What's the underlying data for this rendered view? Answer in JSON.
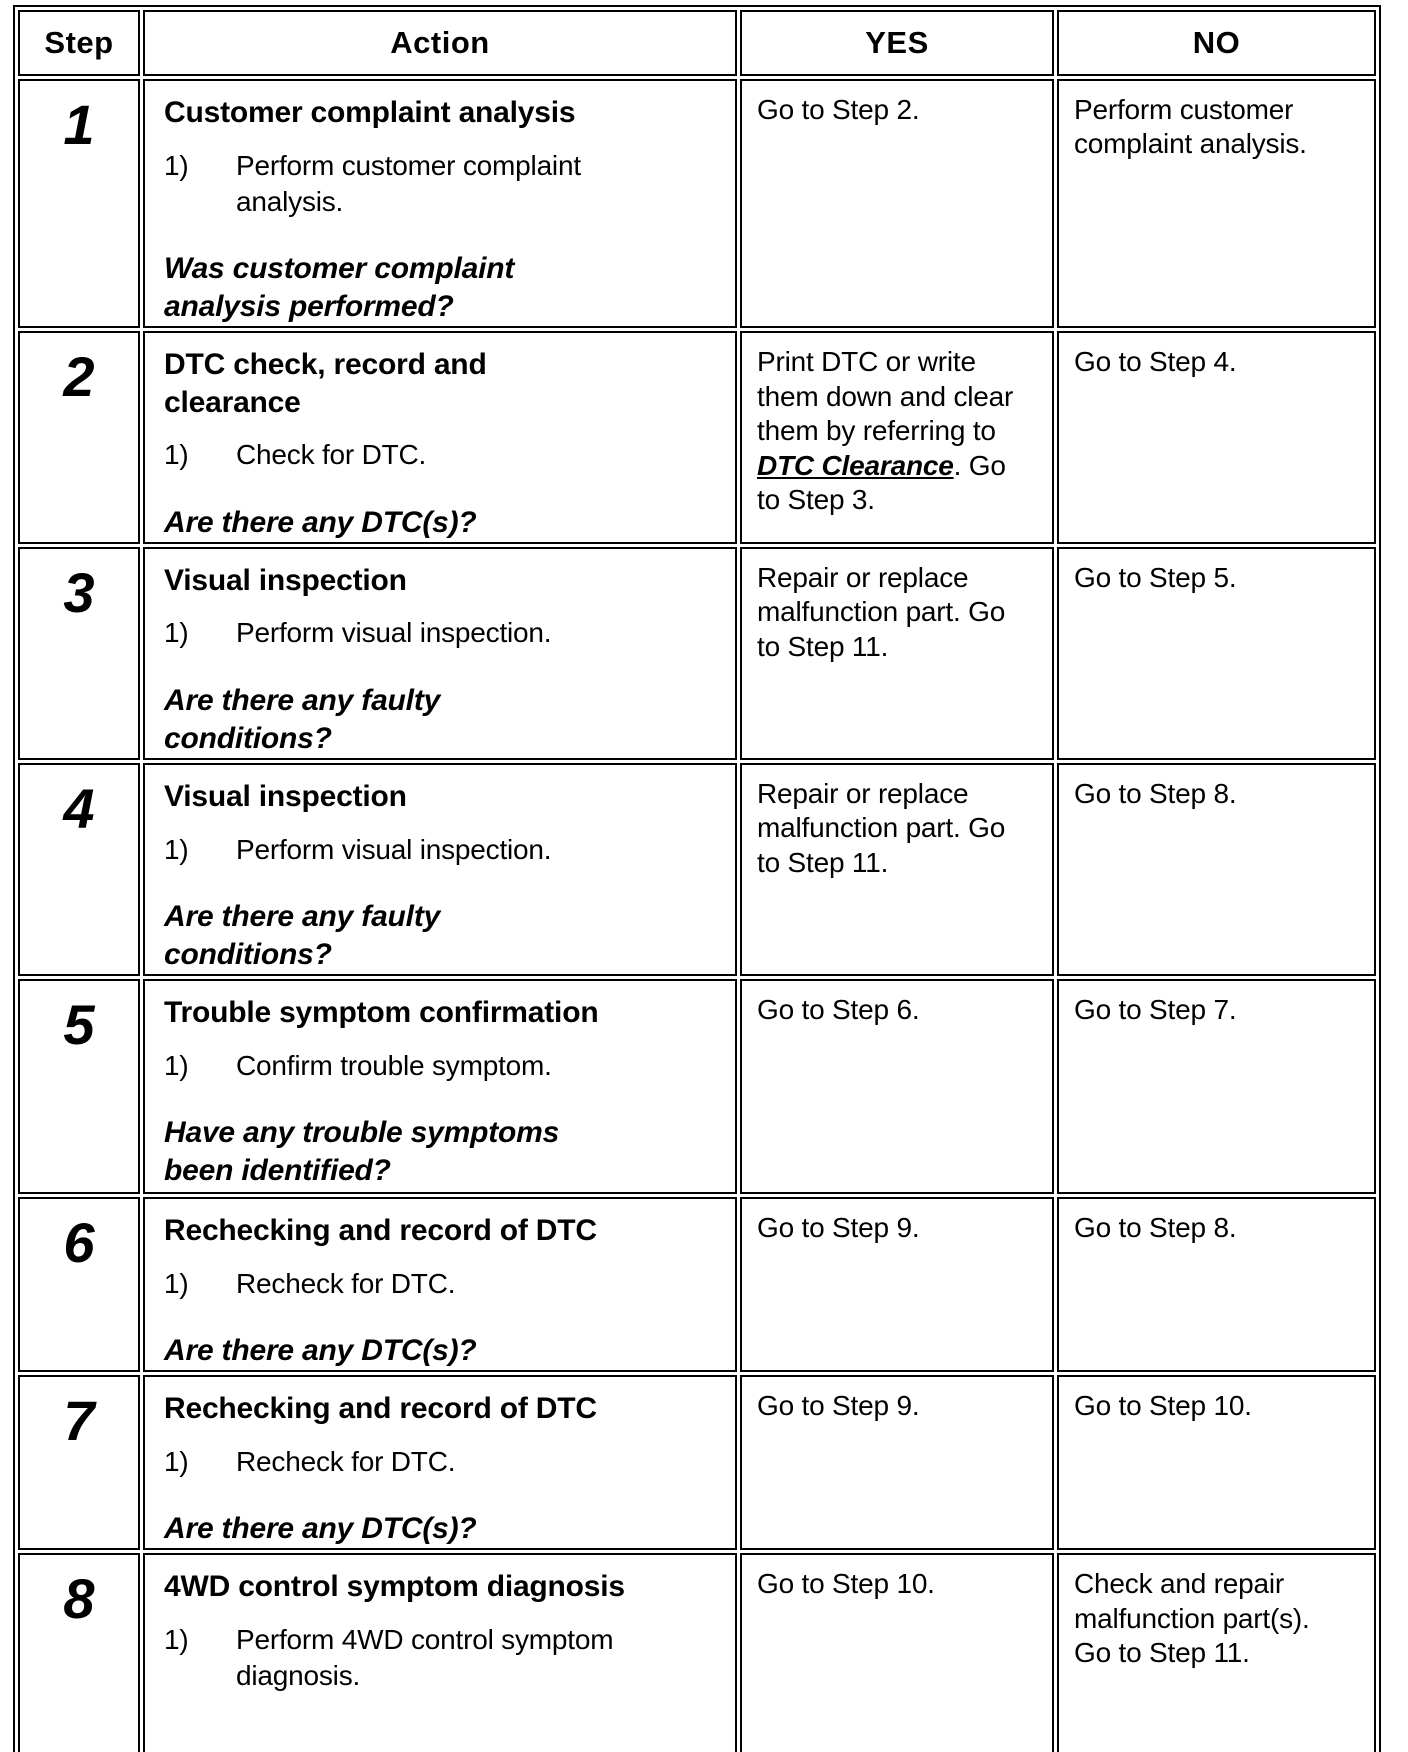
{
  "table": {
    "columns": [
      "Step",
      "Action",
      "YES",
      "NO"
    ],
    "rows": [
      {
        "step": "1",
        "title": "Customer complaint analysis",
        "item_marker": "1)",
        "item_text": "Perform customer complaint\nanalysis.",
        "question": "Was customer complaint\nanalysis performed?",
        "yes": "Go to Step 2.",
        "no": "Perform customer\ncomplaint analysis."
      },
      {
        "step": "2",
        "title": "DTC check, record and\nclearance",
        "item_marker": "1)",
        "item_text": "Check for DTC.",
        "question": "Are there any DTC(s)?",
        "yes_prefix": "Print DTC or write\nthem down and clear\nthem by referring to\n",
        "yes_link": "DTC Clearance",
        "yes_suffix": ". Go\nto Step 3.",
        "no": "Go to Step 4."
      },
      {
        "step": "3",
        "title": "Visual inspection",
        "item_marker": "1)",
        "item_text": "Perform visual inspection.",
        "question": "Are there any faulty\nconditions?",
        "yes": "Repair or replace\nmalfunction part. Go\nto Step 11.",
        "no": "Go to Step 5."
      },
      {
        "step": "4",
        "title": "Visual inspection",
        "item_marker": "1)",
        "item_text": "Perform visual inspection.",
        "question": "Are there any faulty\nconditions?",
        "yes": "Repair or replace\nmalfunction part. Go\nto Step 11.",
        "no": "Go to Step 8."
      },
      {
        "step": "5",
        "title": "Trouble symptom confirmation",
        "item_marker": "1)",
        "item_text": "Confirm trouble symptom.",
        "question": "Have any trouble symptoms\nbeen identified?",
        "yes": "Go to Step 6.",
        "no": "Go to Step 7."
      },
      {
        "step": "6",
        "title": "Rechecking and record of DTC",
        "item_marker": "1)",
        "item_text": "Recheck for DTC.",
        "question": "Are there any DTC(s)?",
        "yes": "Go to Step 9.",
        "no": "Go to Step 8."
      },
      {
        "step": "7",
        "title": "Rechecking and record of DTC",
        "item_marker": "1)",
        "item_text": "Recheck for DTC.",
        "question": "Are there any DTC(s)?",
        "yes": "Go to Step 9.",
        "no": "Go to Step 10."
      },
      {
        "step": "8",
        "title": "4WD control symptom diagnosis",
        "item_marker": "1)",
        "item_text": "Perform 4WD control symptom\ndiagnosis.",
        "yes": "Go to Step 10.",
        "no": "Check and repair\nmalfunction part(s).\nGo to Step 11."
      }
    ]
  }
}
